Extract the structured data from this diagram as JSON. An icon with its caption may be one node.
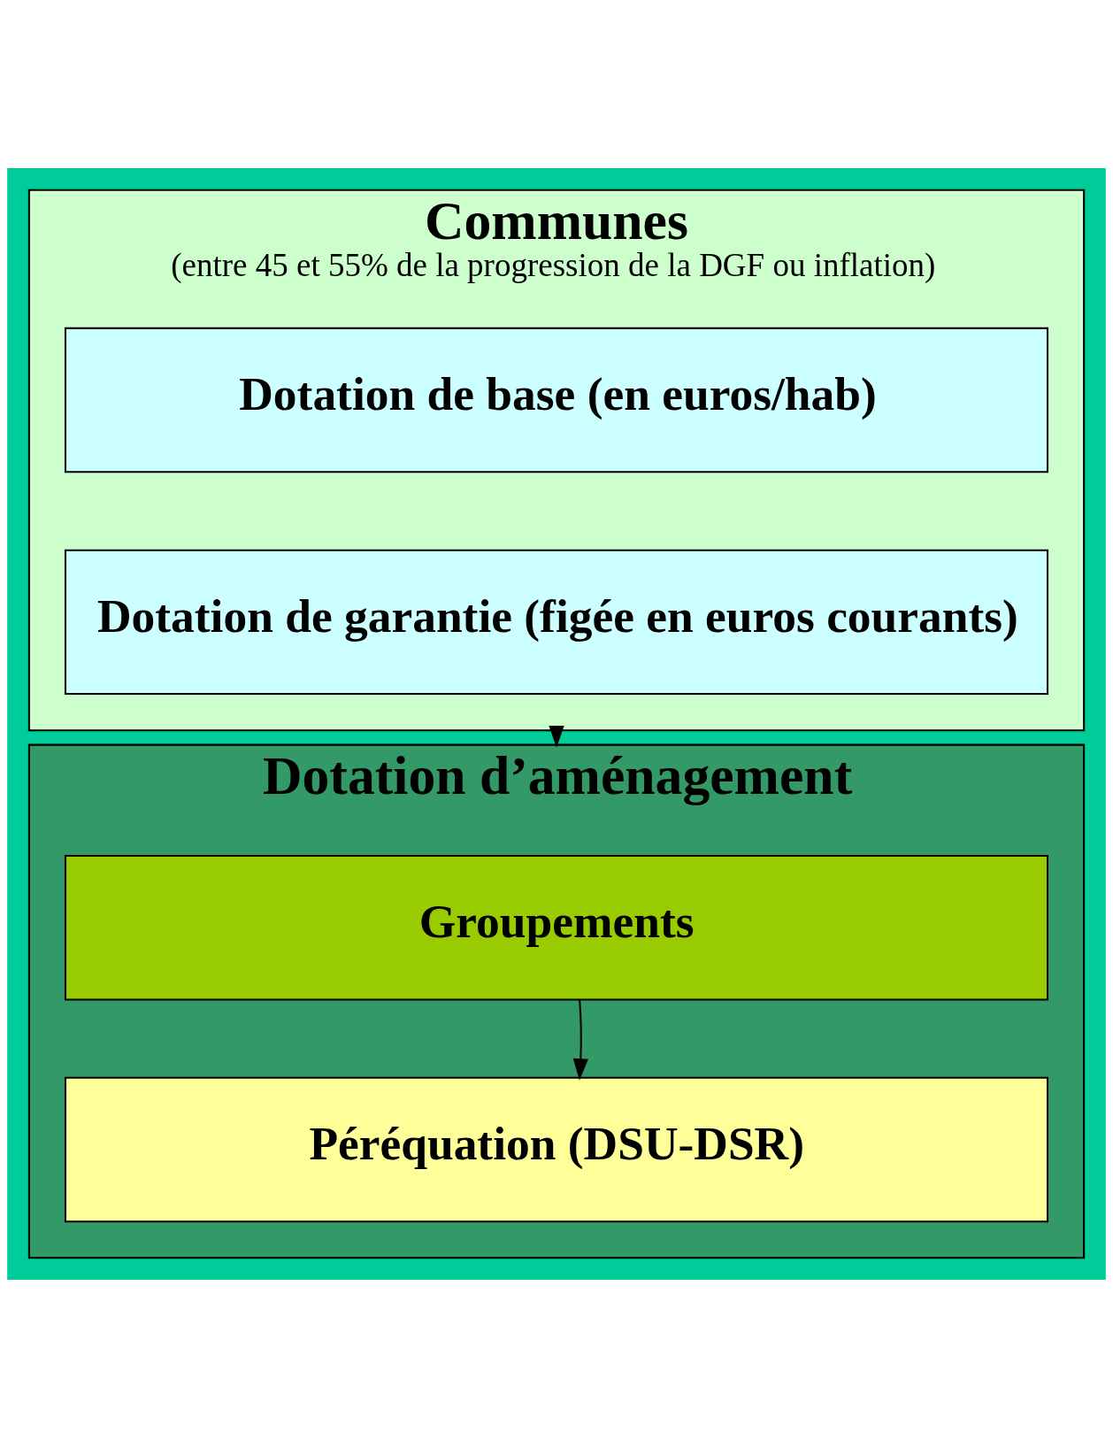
{
  "diagram": {
    "nodes": [
      {
        "text": [
          "Communes",
          "(entre 45 et 55% de la progression de la DGF ou inflation)"
        ]
      },
      {
        "text": [
          "Dotation de base (en euros/hab)"
        ],
        "in": 0
      },
      {
        "text": [
          "Dotation de garantie (figée en euros courants)"
        ],
        "in": 0
      },
      {
        "text": [
          "Dotation d’aménagement"
        ]
      },
      {
        "text": [
          "Groupements"
        ],
        "in": 3
      },
      {
        "text": [
          "Péréquation (DSU-DSR)"
        ],
        "in": 3
      }
    ],
    "edges": [
      {
        "from": 0,
        "to": 3,
        "arrow": "to"
      },
      {
        "from": 4,
        "to": 5,
        "arrow": "to"
      }
    ]
  }
}
